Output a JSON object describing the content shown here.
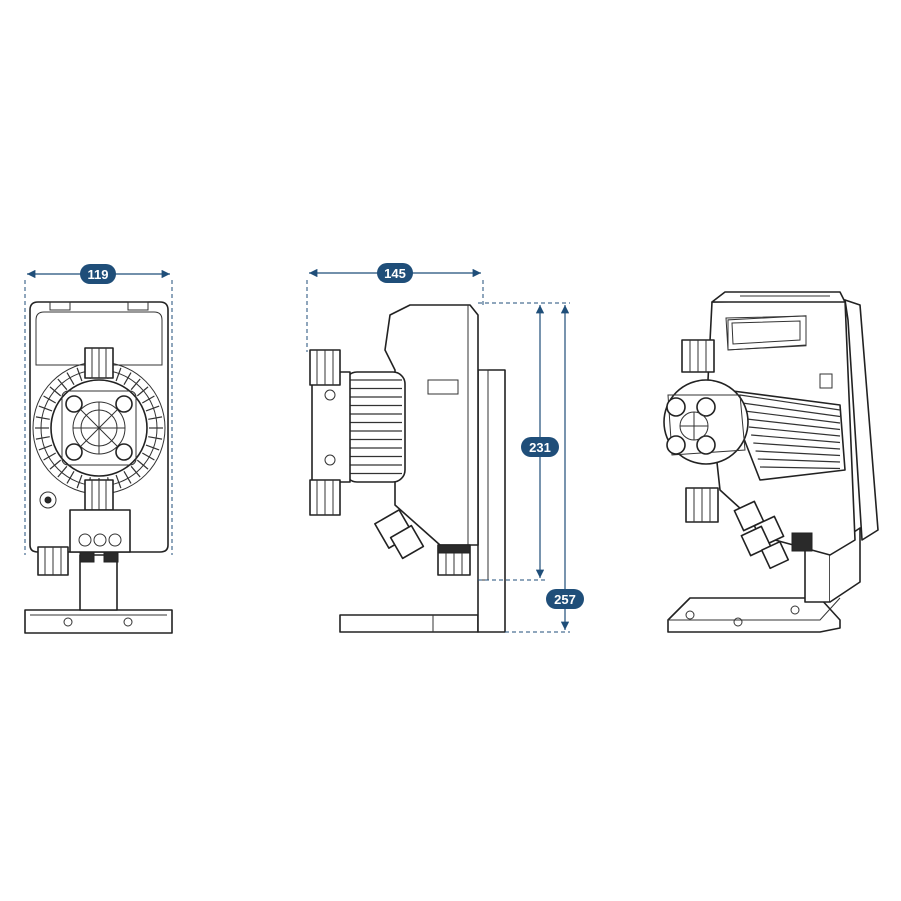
{
  "dimensions": {
    "front_width": "119",
    "side_width": "145",
    "body_height": "231",
    "total_height": "257"
  },
  "colors": {
    "dimension": "#1f4e79",
    "outline": "#222222"
  }
}
